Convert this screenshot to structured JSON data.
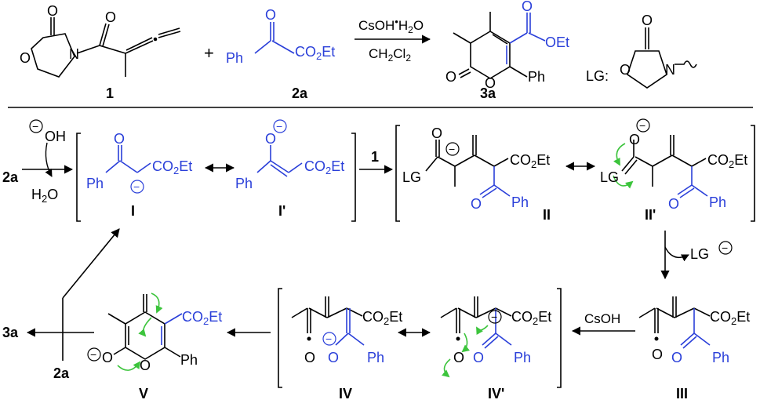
{
  "colors": {
    "black": "#000000",
    "blue": "#2a3fd9",
    "arrow_green": "#3cc43c",
    "background": "#ffffff"
  },
  "top": {
    "plus": "+",
    "reagent": "CsOH",
    "reagent_dot": "•",
    "reagent_h2o": "H",
    "reagent_h2o_sub": "2",
    "reagent_h2o_end": "O",
    "solvent": "CH",
    "solvent_sub": "2",
    "solvent_cl": "Cl",
    "solvent_sub2": "2",
    "lg_label": "LG:",
    "labels": {
      "c1": "1",
      "c2a": "2a",
      "c3a": "3a"
    }
  },
  "atoms": {
    "O": "O",
    "N": "N",
    "Ph": "Ph",
    "OEt": "OEt",
    "LG": "LG",
    "CO2Et_CO": "CO",
    "CO2Et_2": "2",
    "CO2Et_Et": "Et",
    "minus": "−",
    "H2O_H": "H",
    "H2O_2": "2",
    "H2O_O": "O",
    "OH": "OH"
  },
  "mechanism": {
    "start": "2a",
    "arrow_1_label": "1",
    "loss_lg": "LG",
    "csoh": "CsOH",
    "product": "3a",
    "recycle": "2a",
    "labels": {
      "I": "I",
      "I_prime": "I'",
      "II": "II",
      "II_prime": "II'",
      "III": "III",
      "IV": "IV",
      "IV_prime": "IV'",
      "V": "V"
    }
  }
}
